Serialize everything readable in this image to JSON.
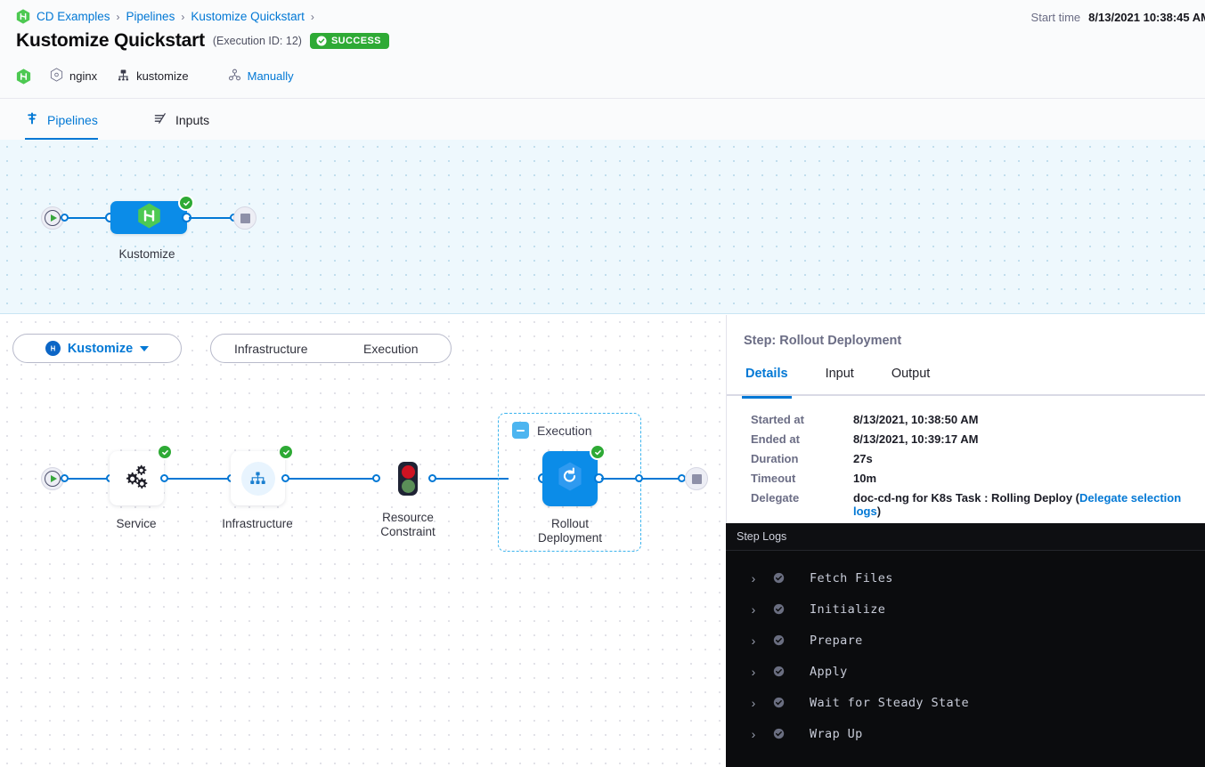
{
  "header": {
    "breadcrumb": [
      {
        "label": "CD Examples",
        "icon": "harness-hex-icon"
      },
      {
        "label": "Pipelines"
      },
      {
        "label": "Kustomize Quickstart"
      }
    ],
    "breadcrumb_separator": "›",
    "title": "Kustomize Quickstart",
    "execution_id": "(Execution ID: 12)",
    "status_badge": "SUCCESS",
    "status_color": "#2eaa35",
    "meta": {
      "harness_icon": "harness-hex-icon",
      "service_icon": "hexagon-outline-icon",
      "service": "nginx",
      "manifest_icon": "kustomize-icon",
      "manifest": "kustomize",
      "trigger_icon": "trigger-icon",
      "trigger": "Manually"
    },
    "start_time_label": "Start time",
    "start_time_value": "8/13/2021 10:38:45 AM"
  },
  "tabs": [
    {
      "label": "Pipelines",
      "icon": "pipeline-icon",
      "active": true
    },
    {
      "label": "Inputs",
      "icon": "inputs-icon",
      "active": false
    }
  ],
  "pipeline_graph": {
    "stage": {
      "label": "Kustomize",
      "icon": "harness-hex-icon",
      "status": "success"
    },
    "start_node": "start-icon",
    "end_node": "stop-icon"
  },
  "stage_controls": {
    "selected_stage": "Kustomize",
    "stage_icon": "harness-circle-icon",
    "caret": "chevron-down-icon",
    "segments": [
      "Infrastructure",
      "Execution"
    ]
  },
  "execution_graph": {
    "nodes": [
      {
        "label": "Service",
        "icon": "gears-icon",
        "status": "success"
      },
      {
        "label": "Infrastructure",
        "icon": "infrastructure-icon",
        "status": "success"
      },
      {
        "label": "Resource\nConstraint",
        "line1": "Resource",
        "line2": "Constraint",
        "icon": "traffic-light-icon",
        "status": "none"
      },
      {
        "label": "Rollout\nDeployment",
        "line1": "Rollout",
        "line2": "Deployment",
        "icon": "rolling-deploy-icon",
        "status": "success"
      }
    ],
    "group": {
      "title": "Execution",
      "collapse_icon": "minus-icon"
    }
  },
  "right_panel": {
    "step_title": "Step: Rollout Deployment",
    "tabs": [
      {
        "label": "Details",
        "active": true
      },
      {
        "label": "Input",
        "active": false
      },
      {
        "label": "Output",
        "active": false
      }
    ],
    "details": [
      {
        "key": "Started at",
        "value": "8/13/2021, 10:38:50 AM"
      },
      {
        "key": "Ended at",
        "value": "8/13/2021, 10:39:17 AM"
      },
      {
        "key": "Duration",
        "value": "27s"
      },
      {
        "key": "Timeout",
        "value": "10m"
      }
    ],
    "delegate": {
      "key": "Delegate",
      "value_prefix": "doc-cd-ng for K8s Task : Rolling Deploy (",
      "link": "Delegate selection logs",
      "value_suffix": ")"
    }
  },
  "logs": {
    "title": "Step Logs",
    "entries": [
      {
        "label": "Fetch Files",
        "status": "success",
        "expanded": false
      },
      {
        "label": "Initialize",
        "status": "success",
        "expanded": false
      },
      {
        "label": "Prepare",
        "status": "success",
        "expanded": false
      },
      {
        "label": "Apply",
        "status": "success",
        "expanded": false
      },
      {
        "label": "Wait for Steady State",
        "status": "success",
        "expanded": false
      },
      {
        "label": "Wrap Up",
        "status": "success",
        "expanded": false
      }
    ],
    "chevron": "›"
  }
}
